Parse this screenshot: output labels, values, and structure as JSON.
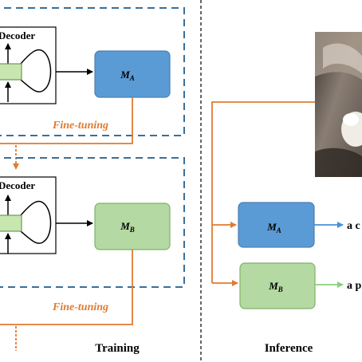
{
  "training": {
    "decoder_top_label": "Decoder",
    "decoder_bottom_label": "Decoder",
    "model_a": {
      "name": "M",
      "sub": "A"
    },
    "model_b": {
      "name": "M",
      "sub": "B"
    },
    "finetune_top": "Fine-tuning",
    "finetune_bottom": "Fine-tuning",
    "section_label": "Training"
  },
  "inference": {
    "model_a": {
      "name": "M",
      "sub": "A"
    },
    "model_b": {
      "name": "M",
      "sub": "B"
    },
    "output_a": "a c",
    "output_b": "a p",
    "section_label": "Inference"
  },
  "colors": {
    "orange": "#e07b32",
    "dash_blue": "#3a6f9a",
    "model_a_fill": "#5b9bd5",
    "model_a_stroke": "#4a7fb0",
    "model_b_fill": "#b5d9a2",
    "model_b_stroke": "#7fb26a",
    "cell_fill": "#c8e6b0",
    "arrow_blue": "#4a90d9",
    "arrow_green": "#8ccf7a"
  }
}
